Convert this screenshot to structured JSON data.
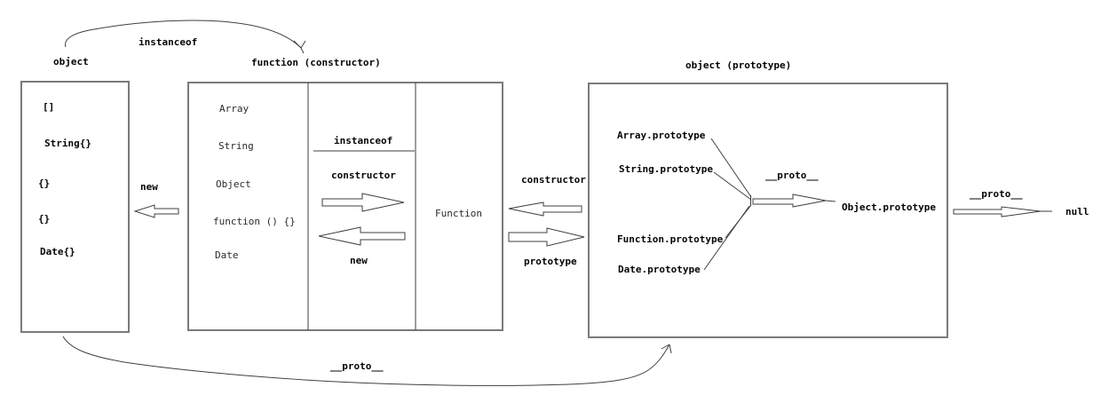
{
  "diagram": {
    "top_flow": {
      "from_label": "object",
      "arrow_label": "instanceof"
    },
    "instance_box": {
      "items": [
        "[]",
        "String{}",
        "{}",
        "{}",
        "Date{}"
      ]
    },
    "new_arrow_left": {
      "label": "new"
    },
    "constructor_box": {
      "title": "function (constructor)",
      "items": [
        "Array",
        "String",
        "Object",
        "function () {}",
        "Date"
      ],
      "instanceof_label": "instanceof",
      "constructor_label": "constructor",
      "new_label": "new",
      "function_cell": "Function"
    },
    "constructor_prototype_link": {
      "constructor_label": "constructor",
      "prototype_label": "prototype"
    },
    "prototype_box": {
      "title": "object (prototype)",
      "items": [
        "Array.prototype",
        "String.prototype",
        "Function.prototype",
        "Date.prototype"
      ],
      "proto_label": "__proto__",
      "target_label": "Object.prototype"
    },
    "null_link": {
      "proto_label": "__proto__",
      "null_label": "null"
    },
    "bottom_flow": {
      "arrow_label": "__proto__"
    }
  },
  "colors": {
    "background": "#ffffff",
    "box_border": "#7a7a7a",
    "line": "#3f3f3f",
    "text": "#000000"
  }
}
